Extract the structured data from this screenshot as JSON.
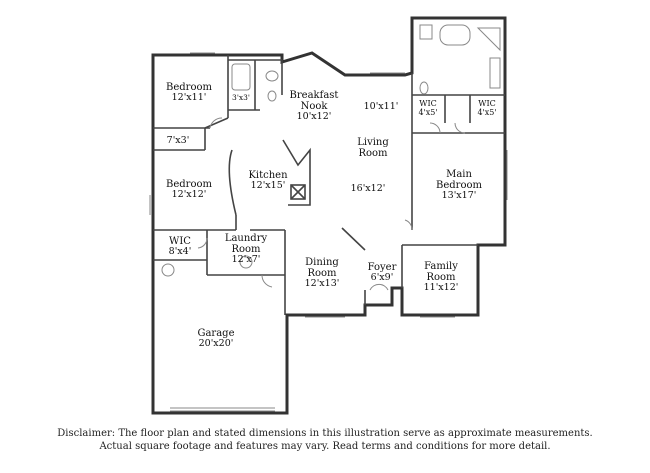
{
  "rooms": {
    "bedroom1": {
      "name": "Bedroom",
      "dim": "12'x11'"
    },
    "bath_small": {
      "dim": "3'x3'"
    },
    "breakfast": {
      "name": "Breakfast",
      "name2": "Nook",
      "dim": "10'x12'"
    },
    "nook_dim": {
      "dim": "10'x11'"
    },
    "wic_a": {
      "name": "WIC",
      "dim": "4'x5'"
    },
    "wic_b": {
      "name": "WIC",
      "dim": "4'x5'"
    },
    "closet": {
      "dim": "7'x3'"
    },
    "living": {
      "name": "Living",
      "name2": "Room",
      "dim": "16'x12'"
    },
    "kitchen": {
      "name": "Kitchen",
      "dim": "12'x15'"
    },
    "bedroom2": {
      "name": "Bedroom",
      "dim": "12'x12'"
    },
    "main_bedroom": {
      "name": "Main",
      "name2": "Bedroom",
      "dim": "13'x17'"
    },
    "wic_c": {
      "name": "WIC",
      "dim": "8'x4'"
    },
    "laundry": {
      "name": "Laundry",
      "name2": "Room",
      "dim": "12'x7'"
    },
    "dining": {
      "name": "Dining",
      "name2": "Room",
      "dim": "12'x13'"
    },
    "foyer": {
      "name": "Foyer",
      "dim": "6'x9'"
    },
    "family": {
      "name": "Family",
      "name2": "Room",
      "dim": "11'x12'"
    },
    "garage": {
      "name": "Garage",
      "dim": "20'x20'"
    }
  },
  "disclaimer": {
    "line1": "Disclaimer: The floor plan and stated dimensions in this illustration serve as approximate measurements.",
    "line2": "Actual square footage and features may vary. Read terms and conditions for more detail."
  }
}
